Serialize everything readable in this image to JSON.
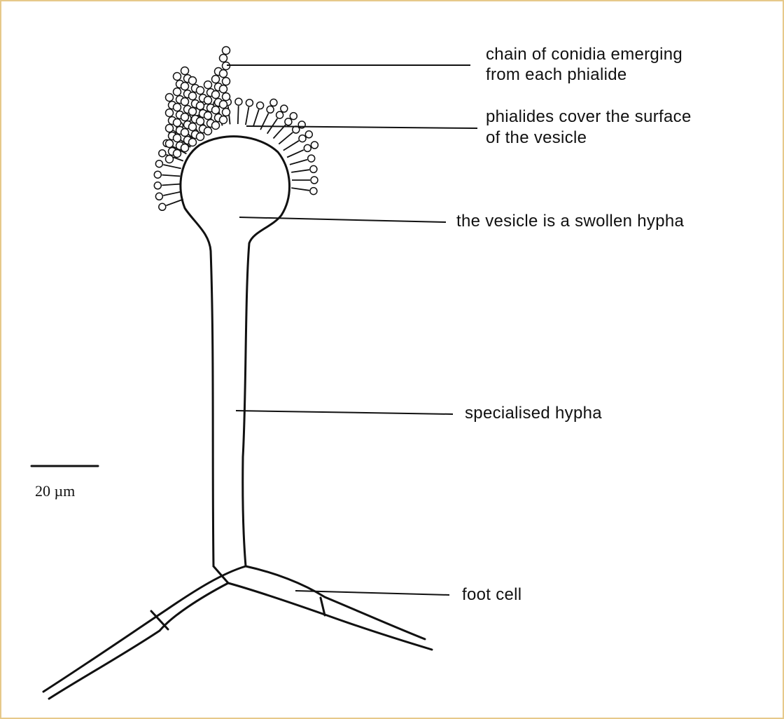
{
  "diagram": {
    "labels": {
      "conidia": [
        "chain of conidia emerging",
        "from each phialide"
      ],
      "phialides": [
        "phialides cover the surface",
        "of the vesicle"
      ],
      "vesicle": "the vesicle is a swollen hypha",
      "hypha": "specialised hypha",
      "foot_cell": "foot cell"
    },
    "scale_bar": {
      "label": "20 µm"
    }
  },
  "colors": {
    "ink": "#111111",
    "border": "#e6c98a",
    "background": "#ffffff"
  }
}
